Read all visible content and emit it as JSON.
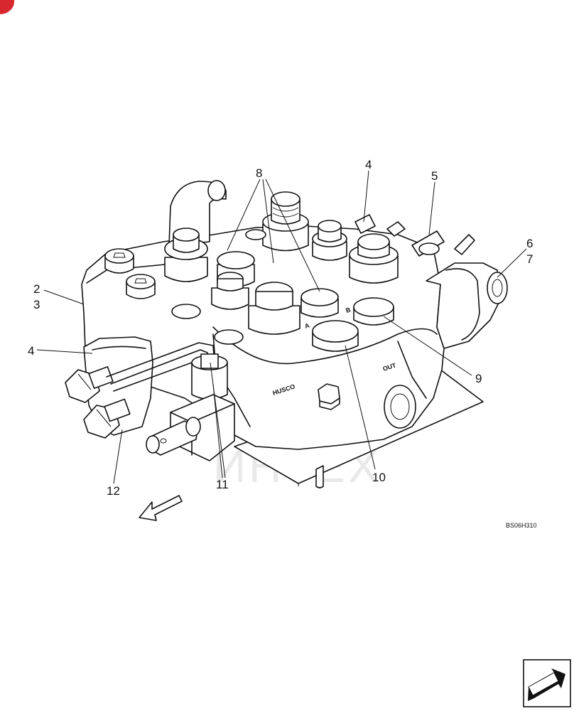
{
  "diagram": {
    "callouts": [
      {
        "label": "8"
      },
      {
        "label": "4"
      },
      {
        "label": "5"
      },
      {
        "label": "6"
      },
      {
        "label": "7"
      },
      {
        "label": "2"
      },
      {
        "label": "3"
      },
      {
        "label": "4"
      },
      {
        "label": "9"
      },
      {
        "label": "10"
      },
      {
        "label": "11"
      },
      {
        "label": "12"
      }
    ],
    "drawing_code": "BS06H310",
    "casting_marks": {
      "brand": "HUSCO",
      "out": "OUT",
      "a_port": "A",
      "b_port": "B"
    },
    "watermark": "ИНТЕХ",
    "colors": {
      "line": "#111111",
      "watermark_red": "#e83a3a",
      "corner_badge": "#d8282f",
      "background": "#ffffff"
    },
    "icons": [
      "direction-arrow-icon",
      "next-page-arrow-icon",
      "corner-badge-icon"
    ]
  }
}
